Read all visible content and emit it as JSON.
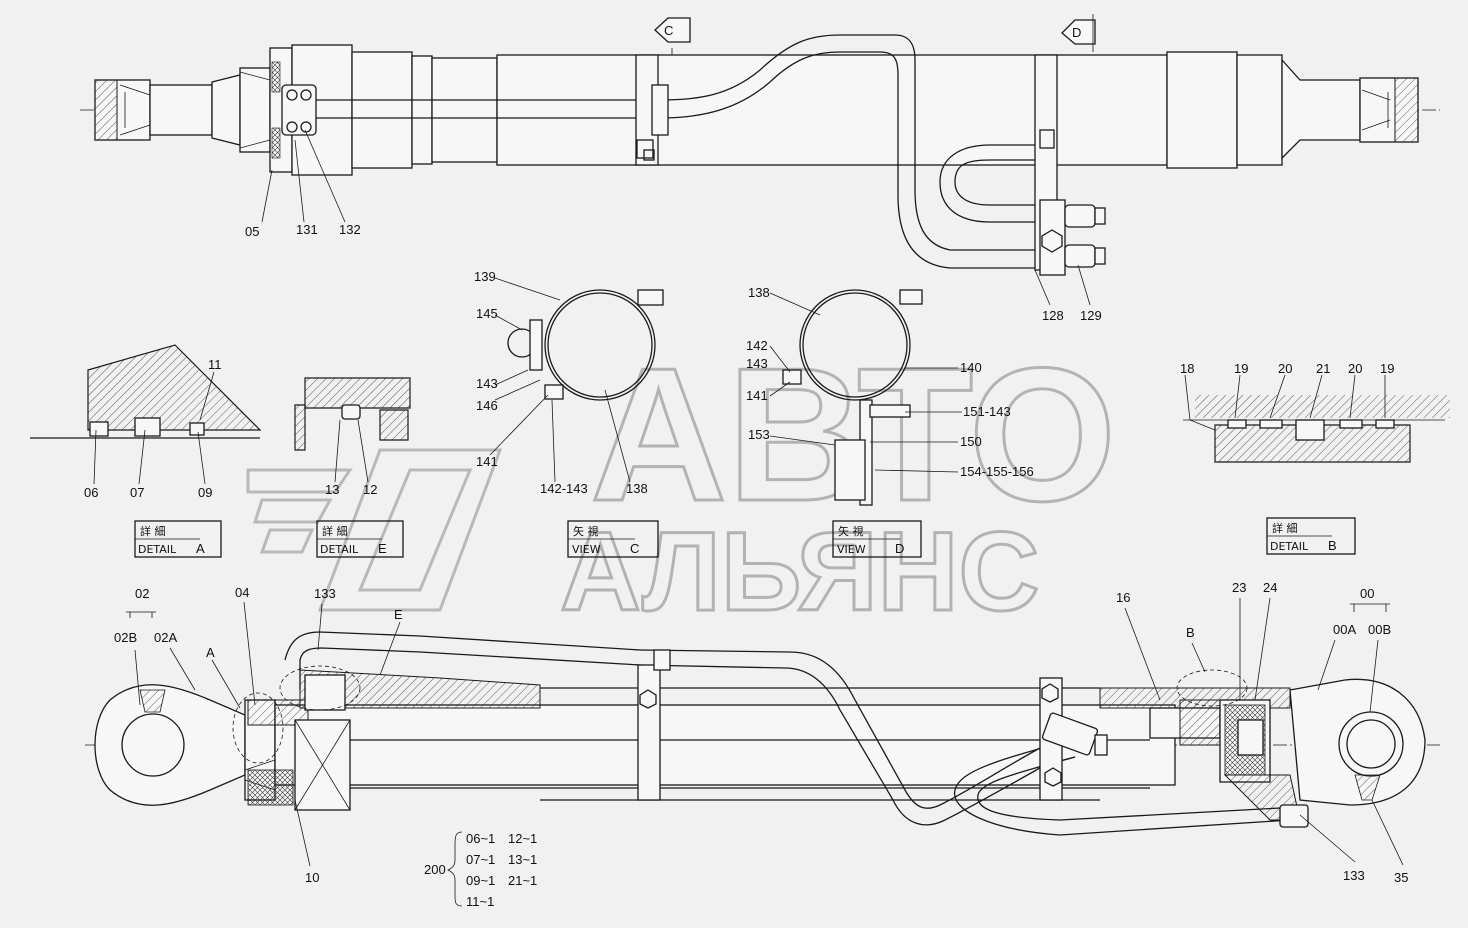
{
  "watermark": {
    "line1": "АВТО",
    "line2": "АЛЬЯНС"
  },
  "view_arrows": {
    "c": "C",
    "d": "D"
  },
  "top_labels": {
    "l05": "05",
    "l131": "131",
    "l132": "132",
    "l128": "128",
    "l129": "129"
  },
  "clamp_c_labels": {
    "l139": "139",
    "l145": "145",
    "l143": "143",
    "l146": "146",
    "l141": "141",
    "l142_143": "142-143",
    "l138": "138"
  },
  "clamp_d_labels": {
    "l138": "138",
    "l142": "142",
    "l143": "143",
    "l141": "141",
    "l140": "140",
    "l151_143": "151-143",
    "l153": "153",
    "l150": "150",
    "l154_155_156": "154-155-156"
  },
  "detail_a_labels": {
    "l11": "11",
    "l06": "06",
    "l07": "07",
    "l09": "09"
  },
  "detail_e_labels": {
    "l13": "13",
    "l12": "12"
  },
  "detail_b_labels": {
    "l18": "18",
    "l19a": "19",
    "l20a": "20",
    "l21": "21",
    "l20b": "20",
    "l19b": "19"
  },
  "boxes": {
    "detail_a": {
      "jp": "詳 細",
      "en": "DETAIL",
      "letter": "A"
    },
    "detail_e": {
      "jp": "詳 細",
      "en": "DETAIL",
      "letter": "E"
    },
    "view_c": {
      "jp": "矢 視",
      "en": "VIEW",
      "letter": "C"
    },
    "view_d": {
      "jp": "矢 視",
      "en": "VIEW",
      "letter": "D"
    },
    "detail_b": {
      "jp": "詳 細",
      "en": "DETAIL",
      "letter": "B"
    }
  },
  "bottom_labels": {
    "l02": "02",
    "l02b": "02B",
    "l02a": "02A",
    "la": "A",
    "l04": "04",
    "l133a": "133",
    "le": "E",
    "l10": "10",
    "lb": "B",
    "l16": "16",
    "l23": "23",
    "l24": "24",
    "l00": "00",
    "l00a": "00A",
    "l00b": "00B",
    "l133b": "133",
    "l35": "35"
  },
  "kit": {
    "number": "200",
    "items": [
      "06~1",
      "12~1",
      "07~1",
      "13~1",
      "09~1",
      "21~1",
      "11~1"
    ]
  }
}
